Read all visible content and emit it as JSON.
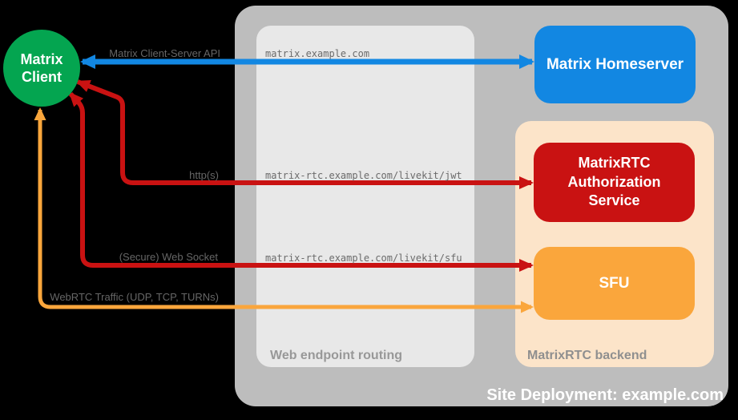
{
  "client": {
    "label": "Matrix Client"
  },
  "deployment": {
    "label": "Site Deployment: example.com",
    "homeserver": {
      "label": "Matrix Homeserver"
    },
    "routing": {
      "label": "Web endpoint routing",
      "endpoints": [
        "matrix.example.com",
        "matrix-rtc.example.com/livekit/jwt",
        "matrix-rtc.example.com/livekit/sfu"
      ]
    },
    "backend": {
      "label": "MatrixRTC backend",
      "auth_service": {
        "label": "MatrixRTC Authorization Service"
      },
      "sfu": {
        "label": "SFU"
      }
    }
  },
  "connections": [
    {
      "label": "Matrix Client-Server API",
      "endpoint": "matrix.example.com",
      "from": "Matrix Client",
      "to": "Matrix Homeserver",
      "bidirectional": true,
      "color": "#1287E2"
    },
    {
      "label": "http(s)",
      "endpoint": "matrix-rtc.example.com/livekit/jwt",
      "from": "Matrix Client",
      "to": "MatrixRTC Authorization Service",
      "bidirectional": true,
      "color": "#C91212"
    },
    {
      "label": "(Secure) Web Socket",
      "endpoint": "matrix-rtc.example.com/livekit/sfu",
      "from": "Matrix Client",
      "to": "SFU",
      "bidirectional": true,
      "color": "#C91212"
    },
    {
      "label": "WebRTC Traffic (UDP, TCP, TURNs)",
      "from": "Matrix Client",
      "to": "SFU",
      "bidirectional": true,
      "color": "#FAA63C"
    }
  ],
  "colors": {
    "background": "#000000",
    "site_container": "#BDBDBD",
    "routing_container": "#E8E8E8",
    "backend_container": "#FCE4C9",
    "client_green": "#04A550",
    "homeserver_blue": "#1287E2",
    "auth_red": "#C91212",
    "sfu_orange": "#FAA63C"
  }
}
